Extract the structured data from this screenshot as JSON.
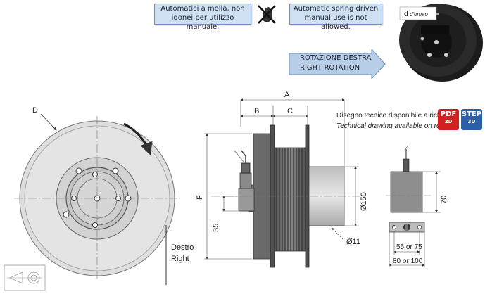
{
  "notes": {
    "italian": [
      "Automatici a molla, non",
      "idonei per utilizzo manuale."
    ],
    "english": [
      "Automatic spring driven",
      "manual use is not allowed."
    ]
  },
  "rotation": {
    "line1": "ROTAZIONE DESTRA",
    "line2": "RIGHT ROTATION"
  },
  "brand": {
    "logo_text": "d'omao"
  },
  "drawing_notice": {
    "italian": "Disegno tecnico disponibile a richiesta",
    "english": "Technical drawing available on request"
  },
  "badges": {
    "pdf": {
      "top": "PDF",
      "bottom": "2D"
    },
    "step": {
      "top": "STEP",
      "bottom": "3D"
    }
  },
  "dimensions": {
    "A": "A",
    "B": "B",
    "C": "C",
    "D": "D",
    "F": "F",
    "dia150": "Ø150",
    "dia11": "Ø11",
    "h35": "35",
    "h70": "70",
    "w1": "55 or 75",
    "w2": "80 or 100"
  },
  "direction": {
    "line1": "Destro",
    "line2": "Right"
  },
  "colors": {
    "note_bg": "#cfe0f3",
    "arrow_bg": "#b8cde6",
    "pdf": "#d42020",
    "step": "#2d5fa8"
  }
}
